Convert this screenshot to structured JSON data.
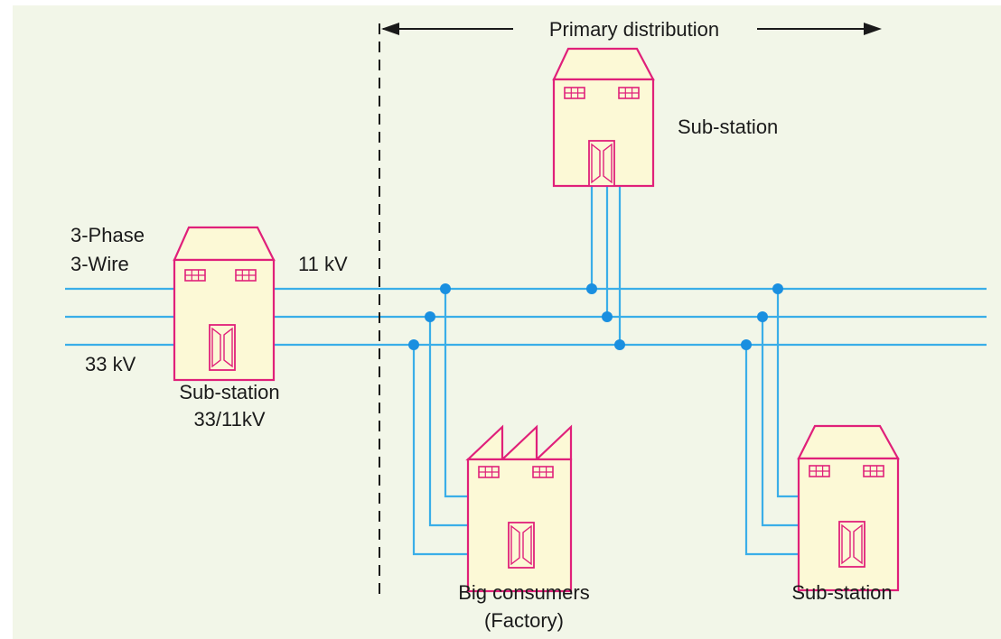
{
  "colors": {
    "background": "#f2f6e8",
    "line": "#3aaee8",
    "node": "#1a8fe0",
    "building_outline": "#e0207a",
    "building_fill": "#fcf9d6",
    "text": "#1a1a1a"
  },
  "labels": {
    "primary_distribution": "Primary distribution",
    "three_phase": "3-Phase",
    "three_wire": "3-Wire",
    "kv_33": "33 kV",
    "kv_11": "11 kV",
    "main_substation": "Sub-station",
    "main_substation_ratio": "33/11kV",
    "top_substation": "Sub-station",
    "factory_line1": "Big consumers",
    "factory_line2": "(Factory)",
    "right_substation": "Sub-station"
  },
  "icons": {
    "building": "substation-building-icon",
    "factory": "factory-building-icon",
    "arrow_left": "arrow-left-icon",
    "arrow_right": "arrow-right-icon"
  }
}
